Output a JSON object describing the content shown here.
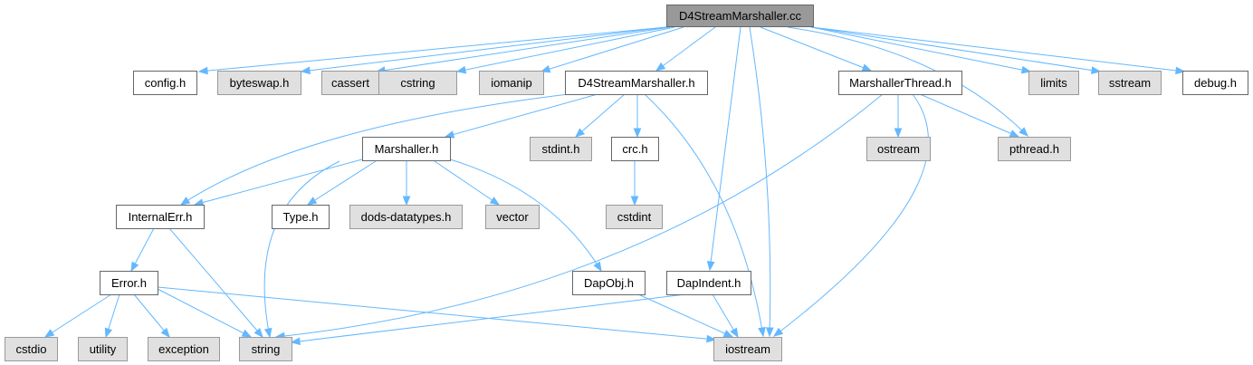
{
  "colors": {
    "edge": "#63b8ff",
    "root_fill": "#999999",
    "system_header_fill": "#e0e0e0",
    "local_header_fill": "#ffffff",
    "border": "#666666"
  },
  "nodes": [
    {
      "id": "root",
      "label": "D4StreamMarshaller.cc",
      "kind": "root"
    },
    {
      "id": "config",
      "label": "config.h",
      "kind": "local"
    },
    {
      "id": "byteswap",
      "label": "byteswap.h",
      "kind": "system"
    },
    {
      "id": "cassert",
      "label": "cassert",
      "kind": "system"
    },
    {
      "id": "cstring",
      "label": "cstring",
      "kind": "system"
    },
    {
      "id": "iomanip",
      "label": "iomanip",
      "kind": "system"
    },
    {
      "id": "d4sm_h",
      "label": "D4StreamMarshaller.h",
      "kind": "local"
    },
    {
      "id": "mthread",
      "label": "MarshallerThread.h",
      "kind": "local"
    },
    {
      "id": "limits",
      "label": "limits",
      "kind": "system"
    },
    {
      "id": "sstream",
      "label": "sstream",
      "kind": "system"
    },
    {
      "id": "debug",
      "label": "debug.h",
      "kind": "local"
    },
    {
      "id": "marshaller",
      "label": "Marshaller.h",
      "kind": "local"
    },
    {
      "id": "stdint",
      "label": "stdint.h",
      "kind": "system"
    },
    {
      "id": "crc",
      "label": "crc.h",
      "kind": "local"
    },
    {
      "id": "ostream",
      "label": "ostream",
      "kind": "system"
    },
    {
      "id": "pthread",
      "label": "pthread.h",
      "kind": "system"
    },
    {
      "id": "internalerr",
      "label": "InternalErr.h",
      "kind": "local"
    },
    {
      "id": "type",
      "label": "Type.h",
      "kind": "local"
    },
    {
      "id": "dods",
      "label": "dods-datatypes.h",
      "kind": "system"
    },
    {
      "id": "vector",
      "label": "vector",
      "kind": "system"
    },
    {
      "id": "cstdint",
      "label": "cstdint",
      "kind": "system"
    },
    {
      "id": "error",
      "label": "Error.h",
      "kind": "local"
    },
    {
      "id": "dapobj",
      "label": "DapObj.h",
      "kind": "local"
    },
    {
      "id": "dapindent",
      "label": "DapIndent.h",
      "kind": "local"
    },
    {
      "id": "cstdio",
      "label": "cstdio",
      "kind": "system"
    },
    {
      "id": "utility",
      "label": "utility",
      "kind": "system"
    },
    {
      "id": "exception",
      "label": "exception",
      "kind": "system"
    },
    {
      "id": "string",
      "label": "string",
      "kind": "system"
    },
    {
      "id": "iostream",
      "label": "iostream",
      "kind": "system"
    }
  ],
  "edges": [
    [
      "root",
      "config"
    ],
    [
      "root",
      "byteswap"
    ],
    [
      "root",
      "cassert"
    ],
    [
      "root",
      "cstring"
    ],
    [
      "root",
      "iomanip"
    ],
    [
      "root",
      "d4sm_h"
    ],
    [
      "root",
      "mthread"
    ],
    [
      "root",
      "limits"
    ],
    [
      "root",
      "sstream"
    ],
    [
      "root",
      "debug"
    ],
    [
      "root",
      "pthread"
    ],
    [
      "root",
      "dapindent"
    ],
    [
      "root",
      "iostream"
    ],
    [
      "d4sm_h",
      "marshaller"
    ],
    [
      "d4sm_h",
      "stdint"
    ],
    [
      "d4sm_h",
      "crc"
    ],
    [
      "d4sm_h",
      "internalerr"
    ],
    [
      "d4sm_h",
      "iostream"
    ],
    [
      "mthread",
      "ostream"
    ],
    [
      "mthread",
      "pthread"
    ],
    [
      "mthread",
      "string"
    ],
    [
      "mthread",
      "iostream"
    ],
    [
      "marshaller",
      "internalerr"
    ],
    [
      "marshaller",
      "type"
    ],
    [
      "marshaller",
      "dods"
    ],
    [
      "marshaller",
      "vector"
    ],
    [
      "marshaller",
      "dapobj"
    ],
    [
      "marshaller",
      "string"
    ],
    [
      "crc",
      "cstdint"
    ],
    [
      "internalerr",
      "error"
    ],
    [
      "internalerr",
      "string"
    ],
    [
      "error",
      "cstdio"
    ],
    [
      "error",
      "utility"
    ],
    [
      "error",
      "exception"
    ],
    [
      "error",
      "string"
    ],
    [
      "error",
      "iostream"
    ],
    [
      "dapobj",
      "iostream"
    ],
    [
      "dapindent",
      "string"
    ],
    [
      "dapindent",
      "iostream"
    ]
  ]
}
